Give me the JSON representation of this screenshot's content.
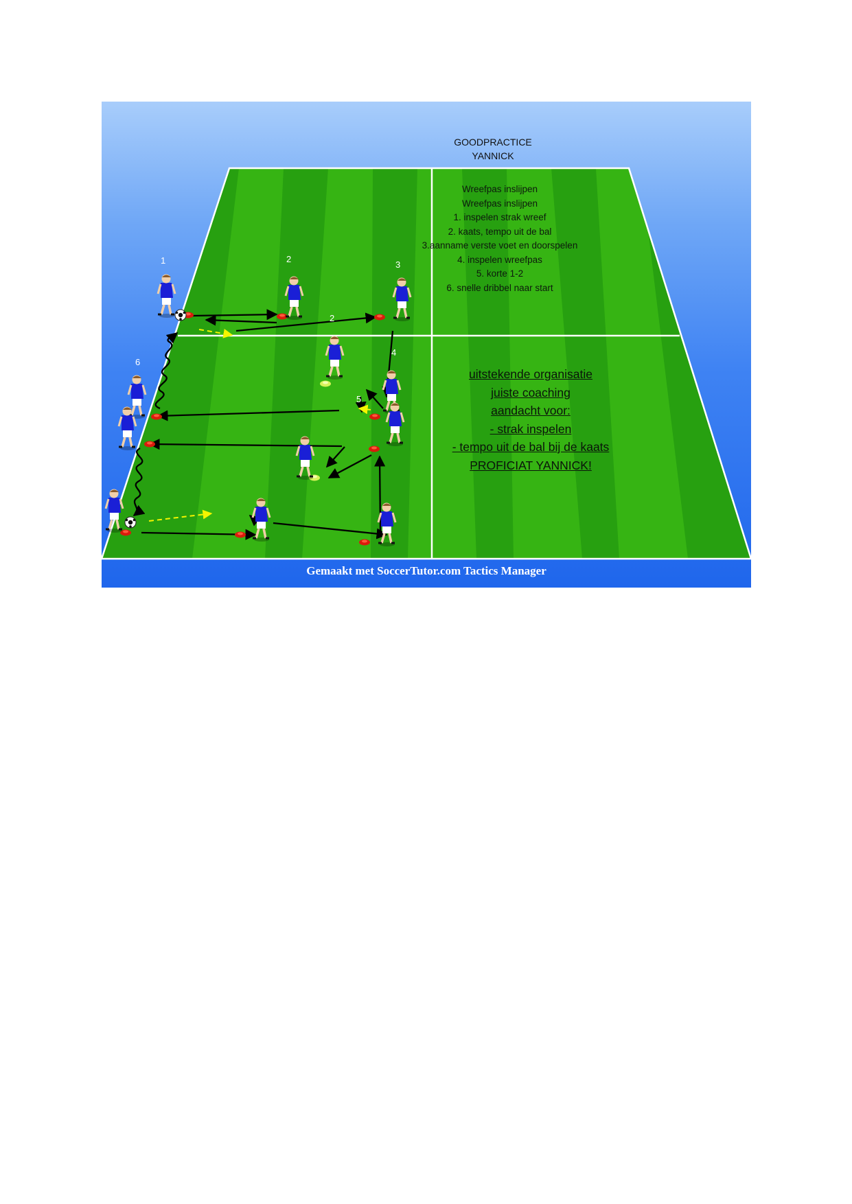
{
  "title": [
    "GOODPRACTICE",
    "YANNICK"
  ],
  "instructions": [
    "Wreefpas inslijpen",
    "Wreefpas inslijpen",
    "1. inspelen strak wreef",
    "2. kaats, tempo uit de bal",
    "3.aanname verste voet en doorspelen",
    "4. inspelen wreefpas",
    "5. korte 1-2",
    "6. snelle dribbel naar start"
  ],
  "feedback": [
    "uitstekende organisatie",
    "juiste coaching",
    "aandacht voor:",
    "- strak inspelen",
    "- tempo uit de bal bij de kaats",
    "PROFICIAT YANNICK!"
  ],
  "labels": {
    "n1": "1",
    "n2": "2",
    "n2b": "2",
    "n3": "3",
    "n4": "4",
    "n5": "5",
    "n6": "6"
  },
  "footer": "Gemaakt met SoccerTutor.com Tactics Manager",
  "colors": {
    "pitch_dark": "#1f8f0e",
    "pitch_light": "#35b312",
    "line": "#ffffff",
    "player_shirt": "#1a1fd6",
    "cone": "#d91c0c",
    "pass_arrow": "#000000",
    "run_arrow": "#f5f500"
  }
}
